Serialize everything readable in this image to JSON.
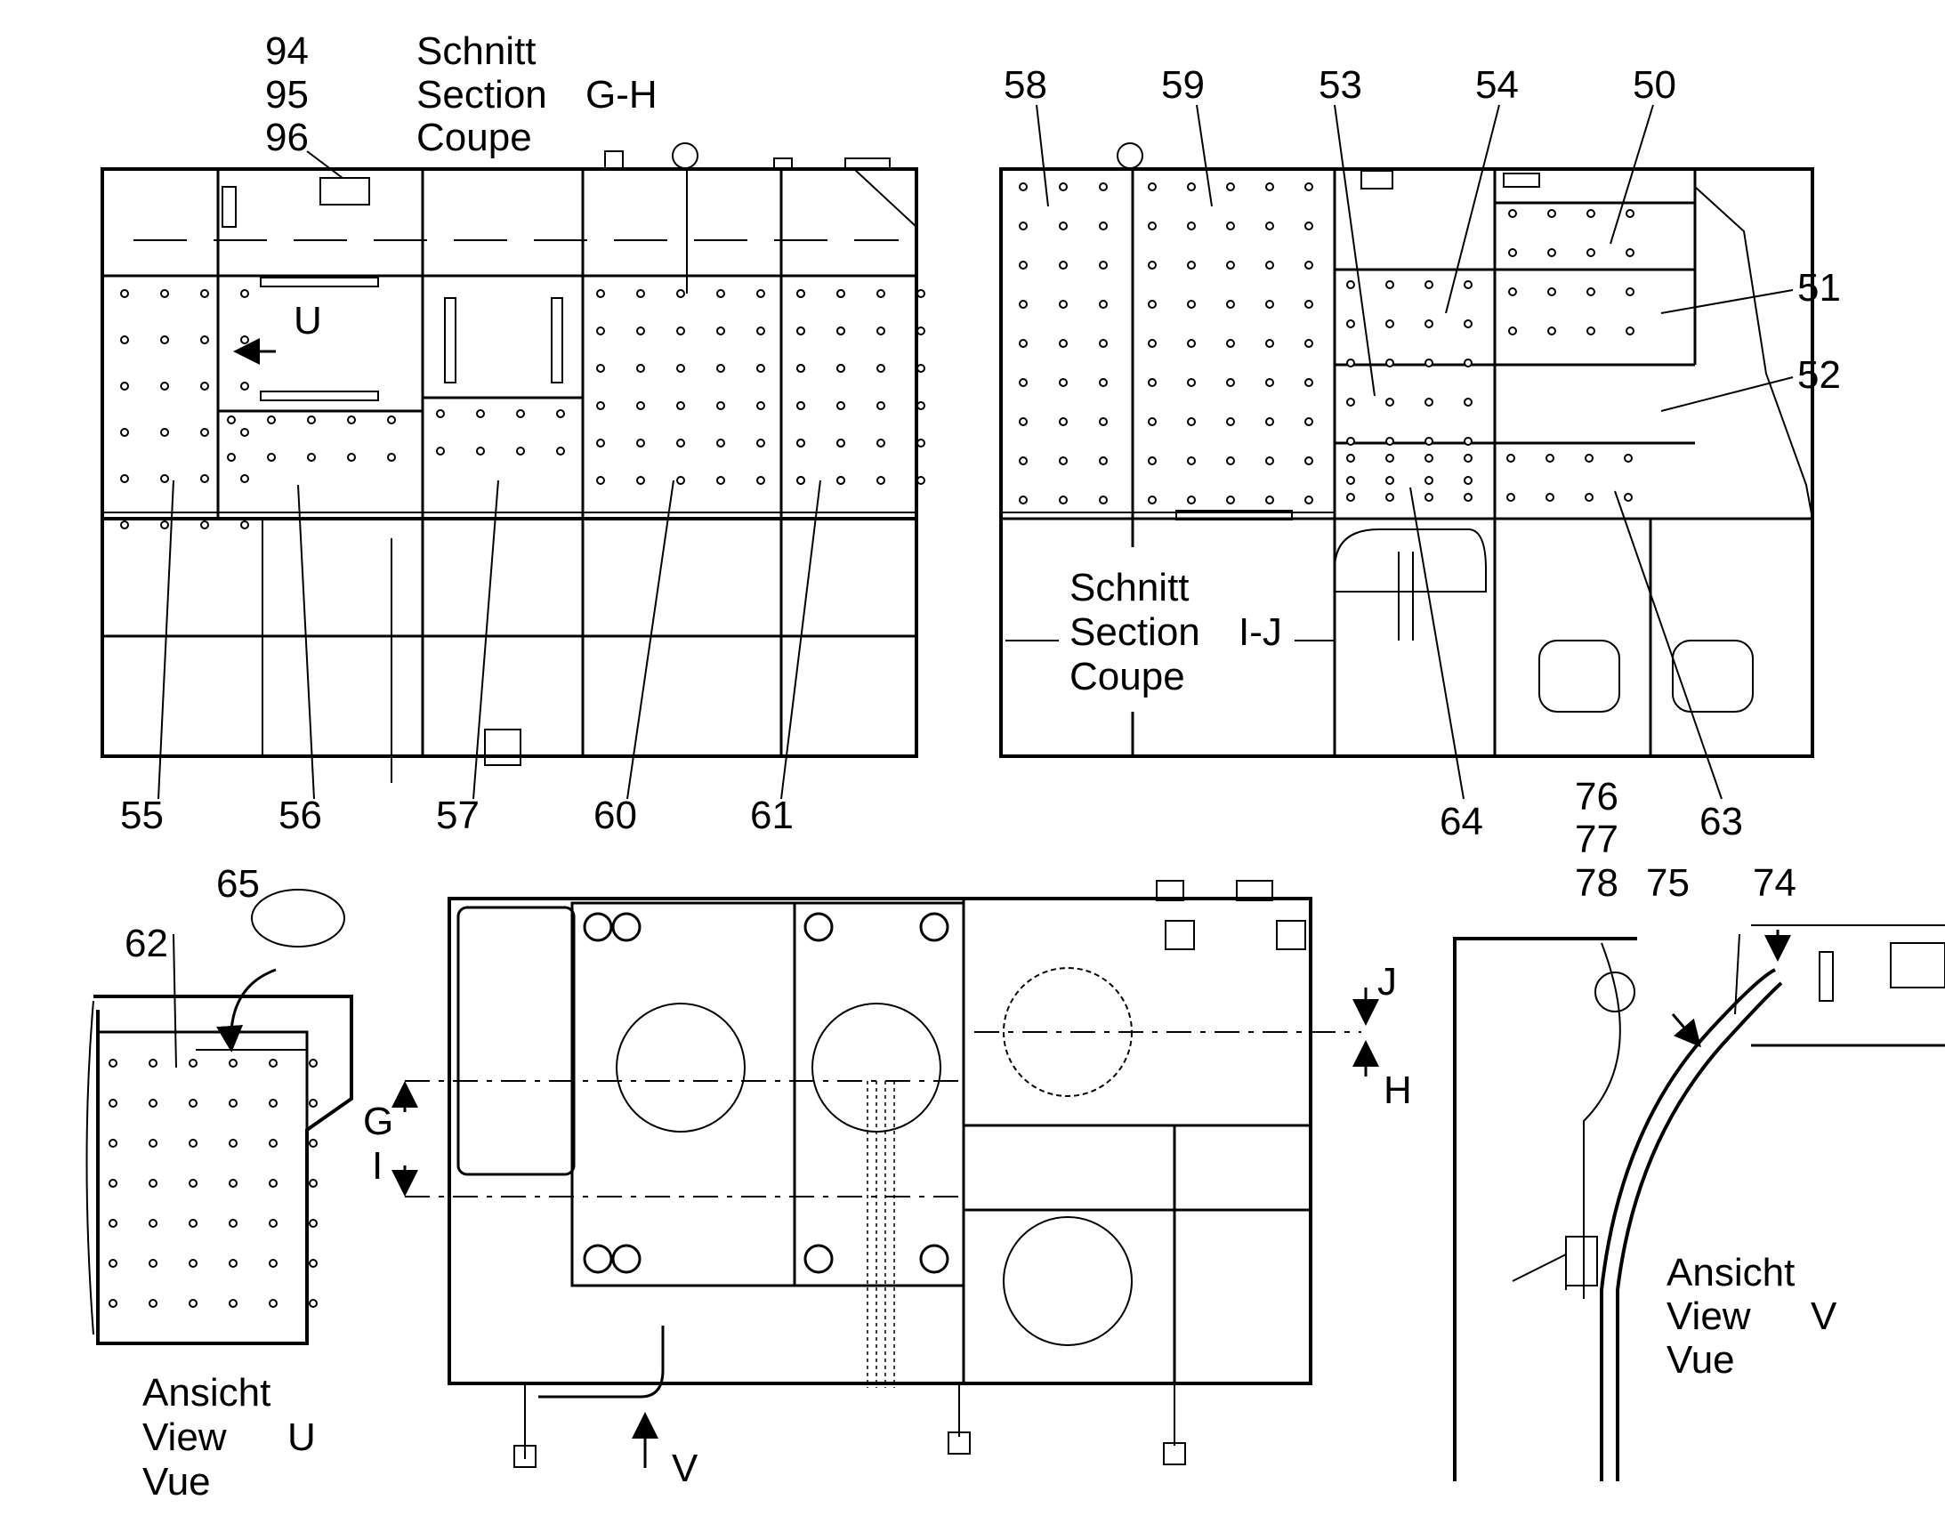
{
  "section_gh": {
    "line1": "Schnitt",
    "line2": "Section",
    "line3": "Coupe",
    "id": "G-H",
    "refs": [
      "94",
      "95",
      "96"
    ],
    "bottom_labels": [
      "55",
      "56",
      "57",
      "60",
      "61"
    ]
  },
  "section_ij": {
    "line1": "Schnitt",
    "line2": "Section",
    "line3": "Coupe",
    "id": "I-J",
    "top_labels": [
      "58",
      "59",
      "53",
      "54",
      "50"
    ],
    "right_labels": [
      "51",
      "52"
    ],
    "bottom_labels": [
      "64",
      "63"
    ]
  },
  "view_u": {
    "line1": "Ansicht",
    "line2": "View",
    "line3": "Vue",
    "id": "U",
    "labels": [
      "62",
      "65"
    ]
  },
  "plan_view": {
    "arrow_u": "U",
    "cut_marks": [
      "J",
      "H",
      "G",
      "I"
    ],
    "arrow_v": "V"
  },
  "view_v": {
    "line1": "Ansicht",
    "line2": "View",
    "line3": "Vue",
    "id": "V",
    "labels": [
      "76",
      "77",
      "78",
      "75",
      "74"
    ]
  }
}
